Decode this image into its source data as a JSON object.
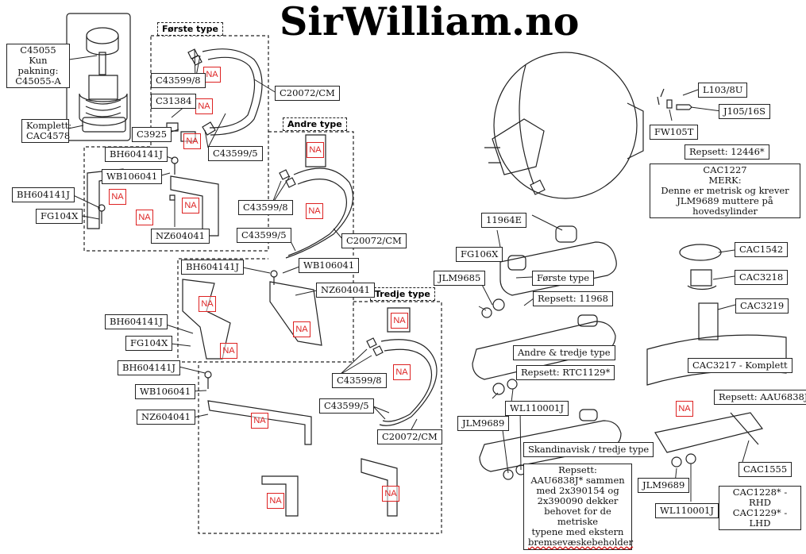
{
  "site_title": "SirWilliam.no",
  "sections": {
    "forste": "Første type",
    "andre": "Andre type",
    "tredje": "Tredje type"
  },
  "na_mark": "NA",
  "labels": {
    "c45055": "C45055\nKun pakning:\nC45055-A",
    "komplett": "Komplett:\nCAC4578",
    "c43599_8_a": "C43599/8",
    "c31384": "C31384",
    "c3925": "C3925",
    "c20072_a": "C20072/CM",
    "c43599_5_a": "C43599/5",
    "bh_a": "BH604141J",
    "wb_a": "WB106041",
    "bh_b": "BH604141J",
    "fg_a": "FG104X",
    "nz_a": "NZ604041",
    "c43599_8_b": "C43599/8",
    "c43599_5_b": "C43599/5",
    "c20072_b": "C20072/CM",
    "bh_c": "BH604141J",
    "wb_b": "WB106041",
    "nz_b": "NZ604041",
    "bh_d": "BH604141J",
    "fg_b": "FG104X",
    "bh_e": "BH604141J",
    "wb_c": "WB106041",
    "nz_c": "NZ604041",
    "c43599_8_c": "C43599/8",
    "c43599_5_c": "C43599/5",
    "c20072_c": "C20072/CM",
    "l103": "L103/8U",
    "j105": "J105/16S",
    "fw105t": "FW105T",
    "repsett_12446": "Repsett: 12446*",
    "cac1227": "CAC1227\nMERK:\nDenne er metrisk og krever\nJLM9689 muttere på hovedsylinder",
    "p11964e": "11964E",
    "fg106x": "FG106X",
    "jlm9685": "JLM9685",
    "forste_type_mc": "Første type",
    "repsett_11968": "Repsett: 11968",
    "andre_tredje": "Andre & tredje type",
    "repsett_rtc1129": "Repsett: RTC1129*",
    "jlm9689_a": "JLM9689",
    "wl110001j_a": "WL110001J",
    "skandinavisk": "Skandinavisk / tredje type",
    "repsett_note": "Repsett:\nAAU6838J* sammen\nmed 2x390154 og\n2x390090 dekker\nbehovet for de metriske\ntypene med ekstern",
    "repsett_note_last": "bremsevæskebeholder",
    "cac1542": "CAC1542",
    "cac3218": "CAC3218",
    "cac3219": "CAC3219",
    "cac3217": "CAC3217 - Komplett",
    "repsett_aau": "Repsett: AAU6838J*",
    "cac1555": "CAC1555",
    "jlm9689_b": "JLM9689",
    "wl110001j_b": "WL110001J",
    "cac1228": "CAC1228* - RHD\nCAC1229* - LHD"
  }
}
